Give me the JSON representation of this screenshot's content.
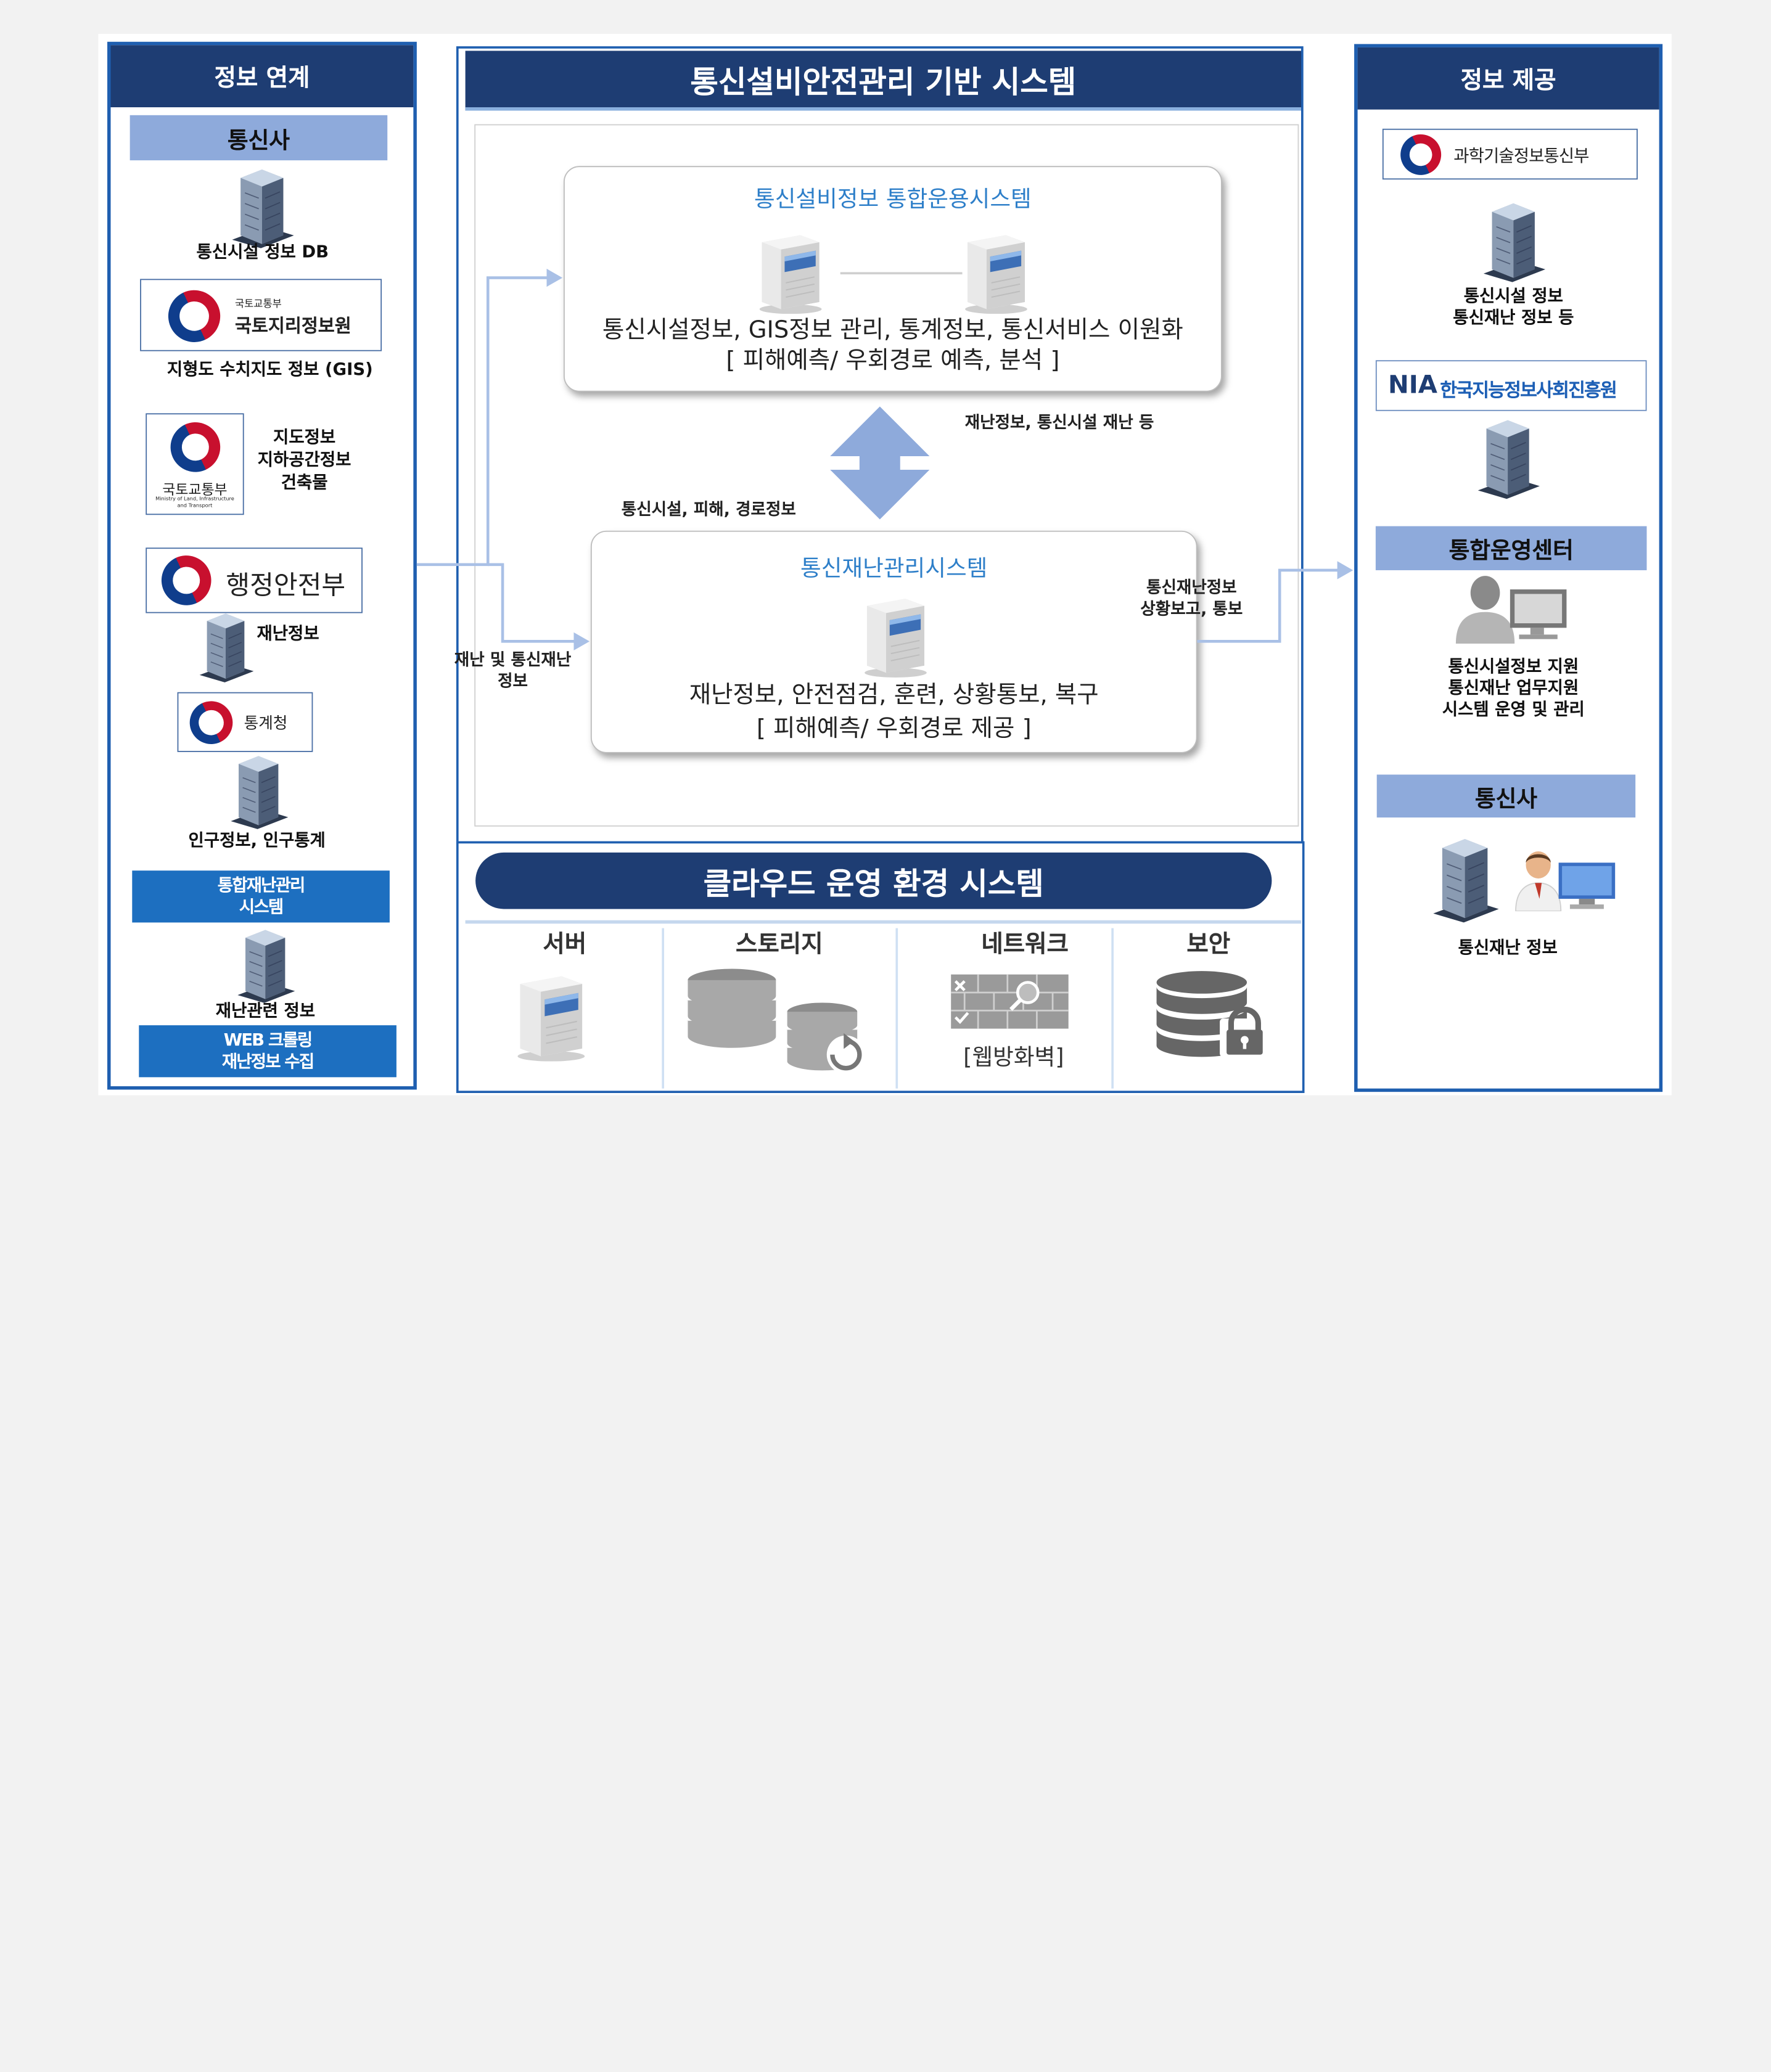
{
  "left": {
    "header": "정보 연계",
    "telecom_bar": "통신사",
    "telecom_db": "통신시설 정보 DB",
    "ngii_small": "국토교통부",
    "ngii_name": "국토지리정보원",
    "ngii_caption": "지형도 수치지도 정보 (GIS)",
    "molit_name": "국토교통부",
    "molit_eng": "Ministry of Land, Infrastructure and Transport",
    "molit_lines": [
      "지도정보",
      "지하공간정보",
      "건축물"
    ],
    "mois_name": "행정안전부",
    "mois_caption": "재난정보",
    "kostat_name": "통계청",
    "kostat_caption": "인구정보, 인구통계",
    "disaster_bar": [
      "통합재난관리",
      "시스템"
    ],
    "disaster_caption": "재난관련 정보",
    "web_bar": [
      "WEB 크롤링",
      "재난정보 수집"
    ]
  },
  "center": {
    "header": "통신설비안전관리 기반 시스템",
    "ops": {
      "title": "통신설비정보 통합운용시스템",
      "line1": "통신시설정보, GIS정보 관리, 통계정보, 통신서비스 이원화",
      "line2": "[ 피해예측/ 우회경로 예측, 분석 ]"
    },
    "disaster": {
      "title": "통신재난관리시스템",
      "line1": "재난정보, 안전점검, 훈련, 상황통보, 복구",
      "line2": "[ 피해예측/ 우회경로 제공 ]"
    },
    "note_right": "재난정보, 통신시설 재난 등",
    "note_left": "통신시설, 피해, 경로정보",
    "note_in": [
      "재난 및 통신재난",
      "정보"
    ],
    "note_out": [
      "통신재난정보",
      "상황보고, 통보"
    ]
  },
  "cloud": {
    "title": "클라우드  운영  환경 시스템",
    "labels": [
      "서버",
      "스토리지",
      "네트워크",
      "보안"
    ],
    "firewall": "[웹방화벽]"
  },
  "right": {
    "header": "정보 제공",
    "msit": "과학기술정보통신부",
    "msit_caption": [
      "통신시설 정보",
      "통신재난 정보 등"
    ],
    "nia_abbr": "NIA",
    "nia_name": "한국지능정보사회진흥원",
    "center_bar": "통합운영센터",
    "center_caption": [
      "통신시설정보 지원",
      "통신재난 업무지원",
      "시스템 운영 및 관리"
    ],
    "telecom_bar": "통신사",
    "telecom_caption": "통신재난 정보"
  },
  "colors": {
    "navy": "#1e3d73",
    "border_blue": "#1f5fb0",
    "light_bar": "#8eaadb",
    "dark_bar": "#1d6fc0",
    "arrow": "#8eaadb",
    "title_blue": "#2e7fc9"
  }
}
